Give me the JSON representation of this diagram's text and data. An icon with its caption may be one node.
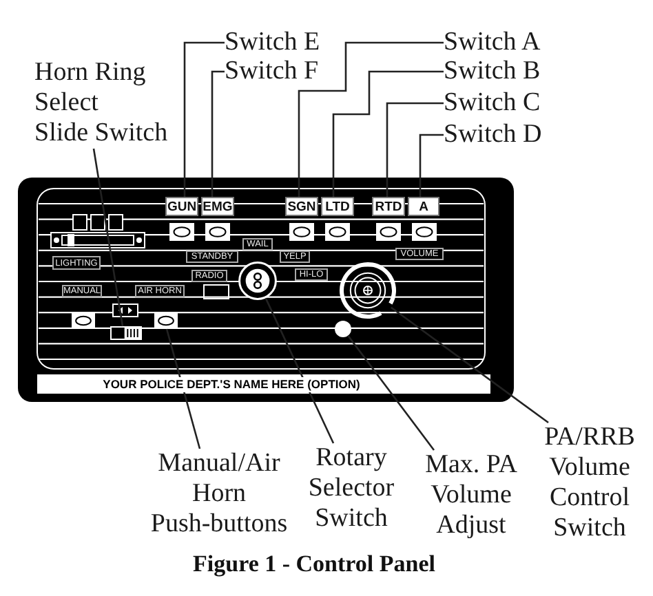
{
  "diagram": {
    "caption": "Figure 1 - Control Panel",
    "nodes": [
      {
        "text": [
          "Horn Ring Select Slide Switch"
        ]
      },
      {
        "text": [
          "Switch E"
        ]
      },
      {
        "text": [
          "Switch F"
        ]
      },
      {
        "text": [
          "Switch A"
        ]
      },
      {
        "text": [
          "Switch B"
        ]
      },
      {
        "text": [
          "Switch C"
        ]
      },
      {
        "text": [
          "Switch D"
        ]
      },
      {
        "text": [
          "GUN"
        ]
      },
      {
        "text": [
          "EMG"
        ]
      },
      {
        "text": [
          "SGN"
        ]
      },
      {
        "text": [
          "LTD"
        ]
      },
      {
        "text": [
          "RTD"
        ]
      },
      {
        "text": [
          "A"
        ]
      },
      {
        "text": [],
        "shape": "box"
      },
      {
        "text": [],
        "shape": "box"
      },
      {
        "text": [],
        "shape": "box"
      },
      {
        "text": [],
        "shape": "box"
      },
      {
        "text": [],
        "shape": "box"
      },
      {
        "text": [],
        "shape": "box"
      },
      {
        "text": [],
        "shape": "circle"
      },
      {
        "text": [],
        "shape": "circle"
      },
      {
        "text": [],
        "shape": "box"
      },
      {
        "text": [],
        "shape": "box"
      },
      {
        "text": [],
        "shape": "circle"
      },
      {
        "text": [],
        "shape": "box"
      },
      {
        "text": [
          "Manual/Air Horn Push-buttons"
        ]
      },
      {
        "text": [
          "Rotary Selector Switch"
        ]
      },
      {
        "text": [
          "Max. PA Volume Adjust"
        ]
      },
      {
        "text": [
          "PA/RRB Volume Control Switch"
        ]
      }
    ],
    "edges": [
      {
        "from": 0,
        "to": 24,
        "arrow": "none"
      },
      {
        "from": 1,
        "to": 7,
        "arrow": "none"
      },
      {
        "from": 2,
        "to": 8,
        "arrow": "none"
      },
      {
        "from": 3,
        "to": 9,
        "arrow": "none"
      },
      {
        "from": 4,
        "to": 10,
        "arrow": "none"
      },
      {
        "from": 5,
        "to": 11,
        "arrow": "none"
      },
      {
        "from": 6,
        "to": 12,
        "arrow": "none"
      },
      {
        "from": 25,
        "to": 22,
        "arrow": "none"
      },
      {
        "from": 26,
        "to": 19,
        "arrow": "none"
      },
      {
        "from": 27,
        "to": 23,
        "arrow": "none"
      },
      {
        "from": 28,
        "to": 20,
        "arrow": "none"
      }
    ],
    "labels": [
      "WAIL",
      "STANDBY",
      "YELP",
      "VOLUME",
      "LIGHTING",
      "RADIO",
      "HI-LO",
      "MANUAL",
      "AIR HORN",
      "YOUR POLICE DEPT.'S NAME HERE (OPTION)"
    ]
  }
}
